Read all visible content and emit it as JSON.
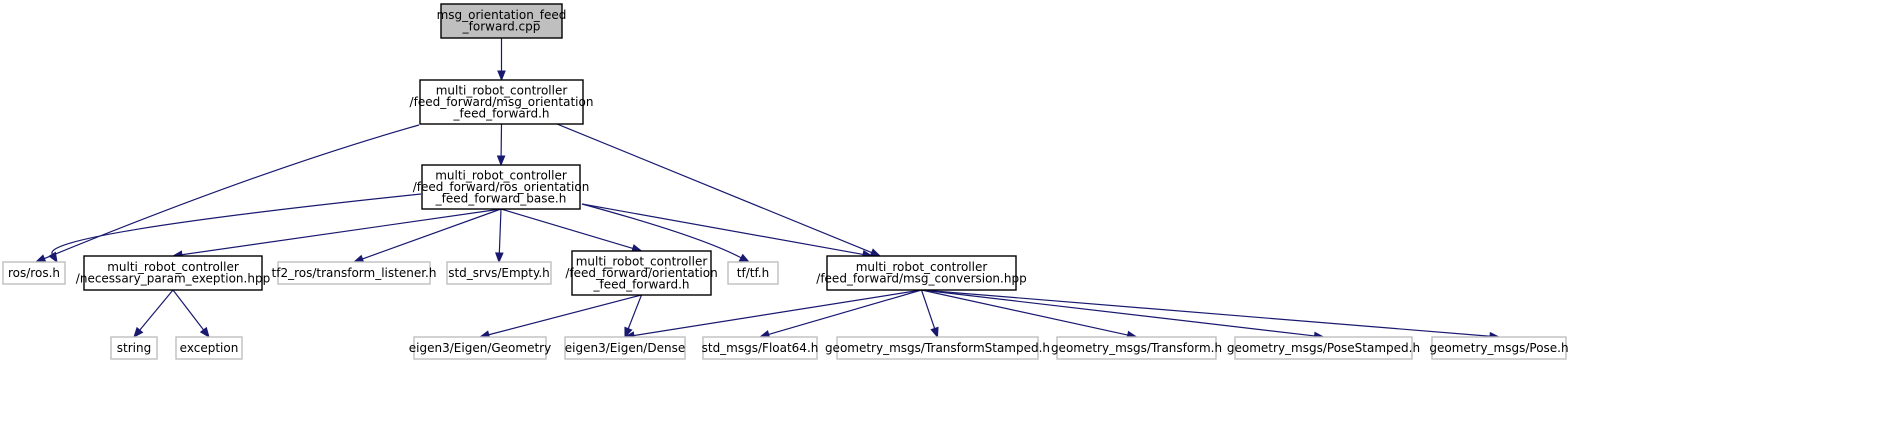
{
  "colors": {
    "edge": "#191970",
    "root_fill": "#bfbfbf",
    "external_border": "#bfbfbf",
    "local_border": "#000000"
  },
  "nodes": [
    {
      "id": "root",
      "kind": "root",
      "lines": [
        "msg_orientation_feed",
        "_forward.cpp"
      ]
    },
    {
      "id": "ff_h",
      "kind": "local",
      "lines": [
        "multi_robot_controller",
        "/feed_forward/msg_orientation",
        "_feed_forward.h"
      ]
    },
    {
      "id": "ros_base",
      "kind": "local",
      "lines": [
        "multi_robot_controller",
        "/feed_forward/ros_orientation",
        "_feed_forward_base.h"
      ]
    },
    {
      "id": "ros_h",
      "kind": "external",
      "lines": [
        "ros/ros.h"
      ]
    },
    {
      "id": "param_exc",
      "kind": "local",
      "lines": [
        "multi_robot_controller",
        "/necessary_param_exeption.hpp"
      ]
    },
    {
      "id": "tf2",
      "kind": "external",
      "lines": [
        "tf2_ros/transform_listener.h"
      ]
    },
    {
      "id": "empty",
      "kind": "external",
      "lines": [
        "std_srvs/Empty.h"
      ]
    },
    {
      "id": "orient_ff",
      "kind": "local",
      "lines": [
        "multi_robot_controller",
        "/feed_forward/orientation",
        "_feed_forward.h"
      ]
    },
    {
      "id": "tf_h",
      "kind": "external",
      "lines": [
        "tf/tf.h"
      ]
    },
    {
      "id": "msg_conv",
      "kind": "local",
      "lines": [
        "multi_robot_controller",
        "/feed_forward/msg_conversion.hpp"
      ]
    },
    {
      "id": "string",
      "kind": "external",
      "lines": [
        "string"
      ]
    },
    {
      "id": "exception",
      "kind": "external",
      "lines": [
        "exception"
      ]
    },
    {
      "id": "geometry",
      "kind": "external",
      "lines": [
        "eigen3/Eigen/Geometry"
      ]
    },
    {
      "id": "dense",
      "kind": "external",
      "lines": [
        "eigen3/Eigen/Dense"
      ]
    },
    {
      "id": "float64",
      "kind": "external",
      "lines": [
        "std_msgs/Float64.h"
      ]
    },
    {
      "id": "tstamped",
      "kind": "external",
      "lines": [
        "geometry_msgs/TransformStamped.h"
      ]
    },
    {
      "id": "transform",
      "kind": "external",
      "lines": [
        "geometry_msgs/Transform.h"
      ]
    },
    {
      "id": "pstamped",
      "kind": "external",
      "lines": [
        "geometry_msgs/PoseStamped.h"
      ]
    },
    {
      "id": "pose",
      "kind": "external",
      "lines": [
        "geometry_msgs/Pose.h"
      ]
    }
  ],
  "edges": [
    {
      "from": "root",
      "to": "ff_h"
    },
    {
      "from": "ff_h",
      "to": "ros_base"
    },
    {
      "from": "ff_h",
      "to": "ros_h"
    },
    {
      "from": "ff_h",
      "to": "msg_conv"
    },
    {
      "from": "ros_base",
      "to": "ros_h"
    },
    {
      "from": "ros_base",
      "to": "param_exc"
    },
    {
      "from": "ros_base",
      "to": "tf2"
    },
    {
      "from": "ros_base",
      "to": "empty"
    },
    {
      "from": "ros_base",
      "to": "orient_ff"
    },
    {
      "from": "ros_base",
      "to": "tf_h"
    },
    {
      "from": "ros_base",
      "to": "msg_conv"
    },
    {
      "from": "param_exc",
      "to": "string"
    },
    {
      "from": "param_exc",
      "to": "exception"
    },
    {
      "from": "orient_ff",
      "to": "geometry"
    },
    {
      "from": "orient_ff",
      "to": "dense"
    },
    {
      "from": "msg_conv",
      "to": "dense"
    },
    {
      "from": "msg_conv",
      "to": "float64"
    },
    {
      "from": "msg_conv",
      "to": "tstamped"
    },
    {
      "from": "msg_conv",
      "to": "transform"
    },
    {
      "from": "msg_conv",
      "to": "pstamped"
    },
    {
      "from": "msg_conv",
      "to": "pose"
    }
  ]
}
